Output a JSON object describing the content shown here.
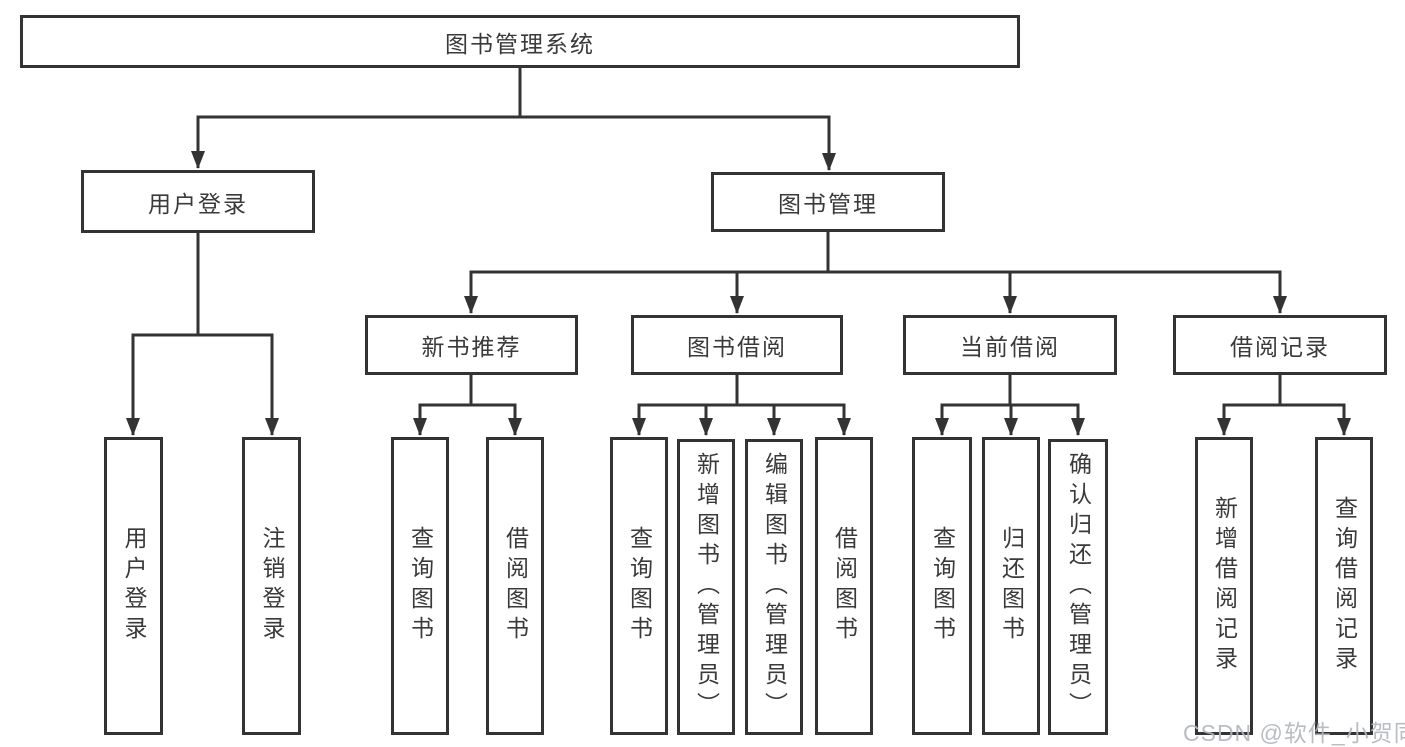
{
  "diagram_type": "org-tree",
  "colors": {
    "line": "#333333",
    "text": "#3a3a3a",
    "background": "#ffffff",
    "watermark": "#b3b8be"
  },
  "tree": {
    "label": "图书管理系统",
    "children": [
      {
        "label": "用户登录",
        "children": [
          {
            "label": "用户登录"
          },
          {
            "label": "注销登录"
          }
        ]
      },
      {
        "label": "图书管理",
        "children": [
          {
            "label": "新书推荐",
            "children": [
              {
                "label": "查询图书"
              },
              {
                "label": "借阅图书"
              }
            ]
          },
          {
            "label": "图书借阅",
            "children": [
              {
                "label": "查询图书"
              },
              {
                "label": "新增图书（管理员）"
              },
              {
                "label": "编辑图书（管理员）"
              },
              {
                "label": "借阅图书"
              }
            ]
          },
          {
            "label": "当前借阅",
            "children": [
              {
                "label": "查询图书"
              },
              {
                "label": "归还图书"
              },
              {
                "label": "确认归还（管理员）"
              }
            ]
          },
          {
            "label": "借阅记录",
            "children": [
              {
                "label": "新增借阅记录"
              },
              {
                "label": "查询借阅记录"
              }
            ]
          }
        ]
      }
    ]
  },
  "watermark": {
    "text": "CSDN @软件_小贺同学"
  }
}
